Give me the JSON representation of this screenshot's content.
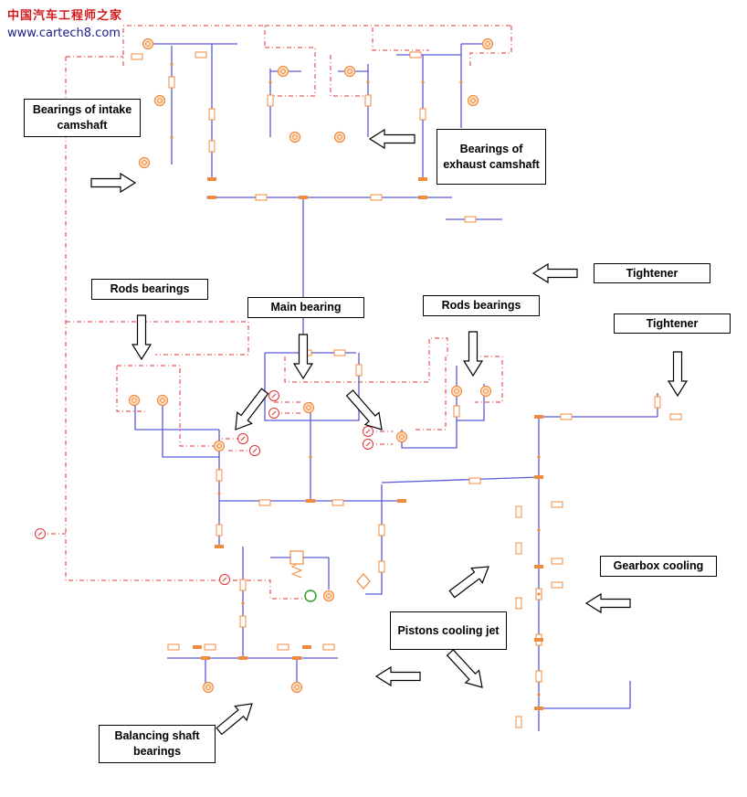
{
  "watermark": {
    "site_cn": "中国汽车工程师之家",
    "url": "www.cartech8.com"
  },
  "labels": {
    "intake_camshaft": "Bearings of intake camshaft",
    "exhaust_camshaft": "Bearings of exhaust camshaft",
    "tightener_1": "Tightener",
    "tightener_2": "Tightener",
    "rods_bearings_left": "Rods bearings",
    "main_bearing": "Main bearing",
    "rods_bearings_right": "Rods bearings",
    "gearbox_cooling": "Gearbox cooling",
    "pistons_cooling_jet": "Pistons cooling jet",
    "balancing_shaft": "Balancing shaft bearings"
  },
  "colors": {
    "pipe": "#5a5ad8",
    "component": "#f08a3c",
    "signal": "#e23030",
    "pump": "#2e9e2e"
  },
  "icons": [
    "hollow-arrow-icon",
    "bearing-node-icon",
    "restrictor-icon",
    "signal-circle-icon",
    "pump-icon"
  ]
}
